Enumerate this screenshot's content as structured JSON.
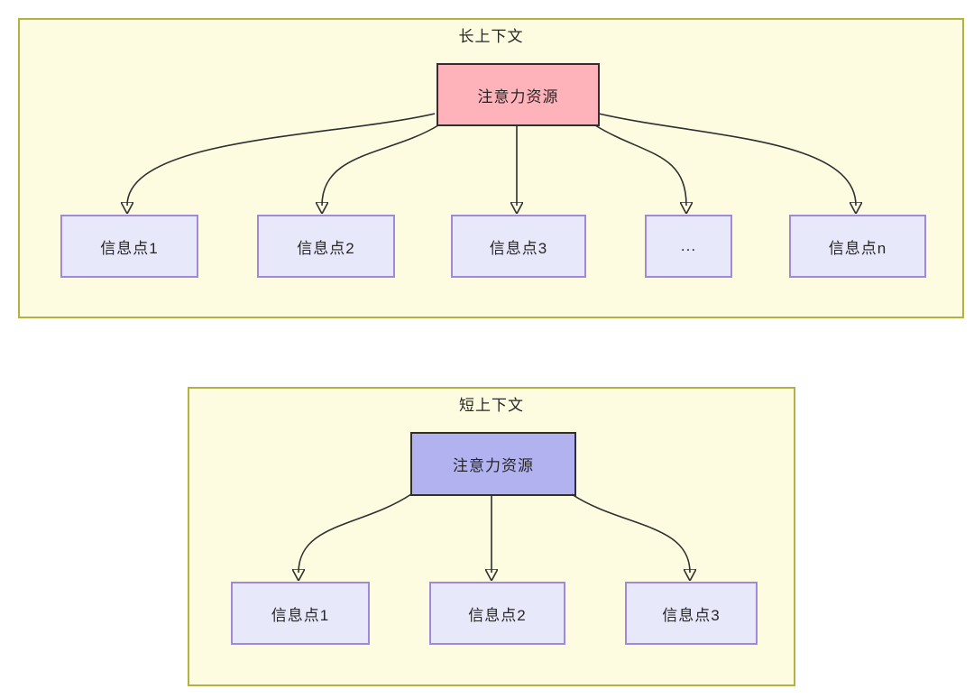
{
  "page": {
    "background": "#ffffff"
  },
  "colors": {
    "frame_fill": "#fdfce0",
    "frame_border": "#b4b042",
    "attention_long_fill": "#fdb3b9",
    "attention_short_fill": "#b2b2f0",
    "attention_border": "#2f2f2f",
    "info_fill": "#e8e8fb",
    "info_border": "#a08ad8",
    "arrow": "#2f2f2f",
    "text": "#262626"
  },
  "sections": {
    "long": {
      "title": "长上下文",
      "attention_label": "注意力资源",
      "info_points": [
        "信息点1",
        "信息点2",
        "信息点3",
        "...",
        "信息点n"
      ]
    },
    "short": {
      "title": "短上下文",
      "attention_label": "注意力资源",
      "info_points": [
        "信息点1",
        "信息点2",
        "信息点3"
      ]
    }
  }
}
